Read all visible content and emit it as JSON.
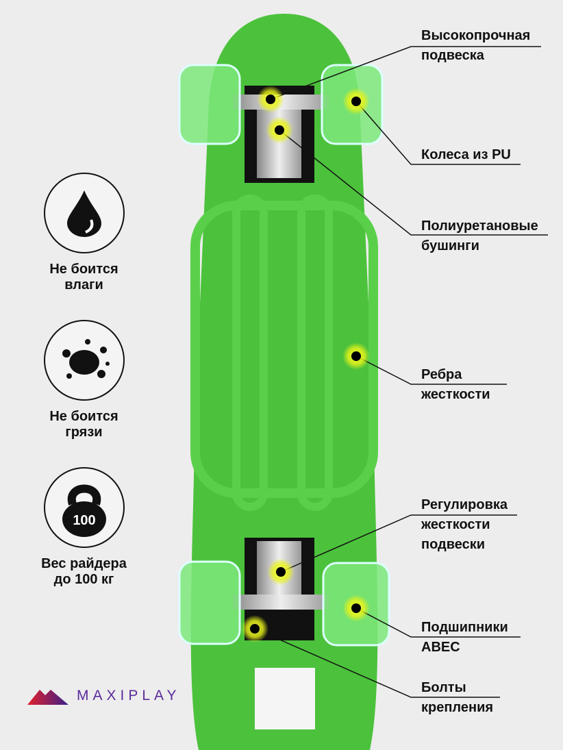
{
  "features": [
    {
      "icon": "water-drop-icon",
      "label": [
        "Не боится",
        "влаги"
      ]
    },
    {
      "icon": "dirt-splash-icon",
      "label": [
        "Не боится",
        "грязи"
      ]
    },
    {
      "icon": "kettlebell-icon",
      "badge": "100",
      "label": [
        "Вес райдера",
        "до 100 кг"
      ]
    }
  ],
  "callouts": [
    {
      "lines": [
        "Высокопрочная",
        "подвеска"
      ]
    },
    {
      "lines": [
        "Колеса из PU"
      ]
    },
    {
      "lines": [
        "Полиуретановые",
        "бушинги"
      ]
    },
    {
      "lines": [
        "Ребра",
        "жесткости"
      ]
    },
    {
      "lines": [
        "Регулировка",
        "жесткости",
        "подвески"
      ]
    },
    {
      "lines": [
        "Подшипники",
        "ABEC"
      ]
    },
    {
      "lines": [
        "Болты",
        "крепления"
      ]
    }
  ],
  "brand": "MAXIPLAY",
  "colors": {
    "board": "#4cc23c",
    "background": "#ededed",
    "highlight": "#e8f21a"
  }
}
